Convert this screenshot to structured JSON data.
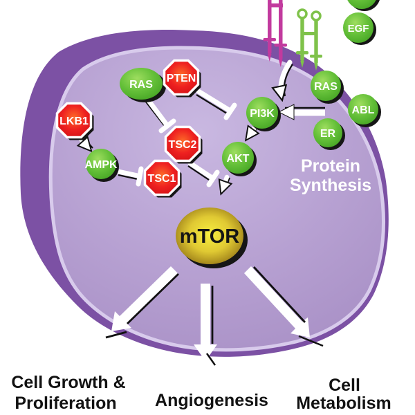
{
  "nodes": {
    "egf": {
      "label": "EGF"
    },
    "ras_left": {
      "label": "RAS"
    },
    "pten": {
      "label": "PTEN"
    },
    "lkb1": {
      "label": "LKB1"
    },
    "ampk": {
      "label": "AMPK"
    },
    "tsc2": {
      "label": "TSC2"
    },
    "tsc1": {
      "label": "TSC1"
    },
    "pi3k": {
      "label": "PI3K"
    },
    "akt": {
      "label": "AKT"
    },
    "ras_right": {
      "label": "RAS"
    },
    "abl": {
      "label": "ABL"
    },
    "er": {
      "label": "ER"
    },
    "mtor": {
      "label": "mTOR"
    }
  },
  "annotations": {
    "protein_synthesis": {
      "line1": "Protein",
      "line2": "Synthesis"
    }
  },
  "outcomes": {
    "growth": {
      "line1": "Cell Growth &",
      "line2": "Proliferation"
    },
    "angiogenesis": {
      "line1": "Angiogenesis"
    },
    "metabolism": {
      "line1": "Cell",
      "line2": "Metabolism"
    }
  },
  "colors": {
    "cell_outer": "#7c51a4",
    "cell_inner_light": "#c9b8e1",
    "cell_inner": "#b7a1d2",
    "cell_inner_deep": "#a58cc3",
    "cell_rim": "#d8cbec",
    "green_light": "#9edd5f",
    "green": "#63bf38",
    "green_dark": "#45a424",
    "red_hot": "#fd6b28",
    "red": "#ee2020",
    "red_deep": "#c90d12",
    "gold_light": "#f7ee3f",
    "gold": "#e0c933",
    "gold_dark": "#8d6e13",
    "receptor_magenta": "#c23a9e",
    "receptor_green": "#7fc24a",
    "shadow": "#161616",
    "arrow": "#ffffff"
  }
}
